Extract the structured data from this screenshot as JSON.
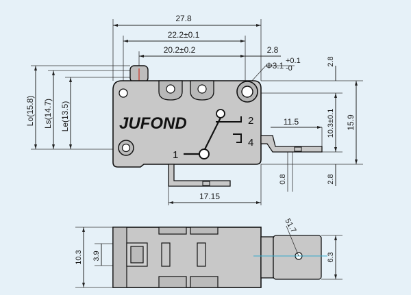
{
  "brand": "JUFOND",
  "terminals": {
    "t1": "1",
    "t2": "2",
    "t4": "4"
  },
  "dimensions": {
    "overall_length": "27.8",
    "hole_spacing": "22.2±0.1",
    "actuator_to_hole": "20.2±0.2",
    "hole_offset_x": "2.8",
    "hole_diameter_main": "Φ3.1",
    "hole_diameter_tol_upper": "+0.1",
    "hole_diameter_tol_lower": "-0",
    "top_offset_right": "2.8",
    "lo": "Lo(15.8)",
    "ls": "Ls(14.7)",
    "le": "Le(13.5)",
    "terminal_length": "11.5",
    "hole_height": "10.3±0.1",
    "body_height": "15.9",
    "bottom_offset_right": "2.8",
    "terminal_thickness": "0.8",
    "terminal_spacing": "17.15",
    "angle": "51.7",
    "body_width": "10.3",
    "inner_width": "3.9",
    "terminal_width": "6.3"
  },
  "colors": {
    "background": "#e6f1f8",
    "body_fill": "#c8c8c8",
    "line": "#222222",
    "centerline": "#33aacc",
    "actuator_red": "#cc3322"
  }
}
